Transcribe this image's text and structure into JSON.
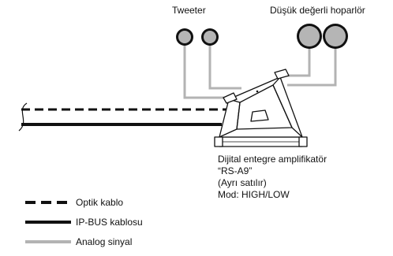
{
  "labels": {
    "tweeter": "Tweeter",
    "low_value_speakers": "Düşük değerli hoparlör"
  },
  "amplifier": {
    "description_lines": [
      "Dijital entegre amplifikatör",
      "“RS-A9”",
      "(Ayrı satılır)",
      "Mod: HIGH/LOW"
    ]
  },
  "legend": [
    {
      "label": "Optik kablo",
      "style": "dashed"
    },
    {
      "label": "IP-BUS kablosu",
      "style": "solid-thick"
    },
    {
      "label": "Analog sinyal",
      "style": "gray"
    }
  ],
  "colors": {
    "analog_line": "#b3b3b3",
    "optical_line": "#111111",
    "ipbus_line": "#111111",
    "speaker_fill": "#b5b5b5",
    "speaker_stroke": "#111111"
  }
}
